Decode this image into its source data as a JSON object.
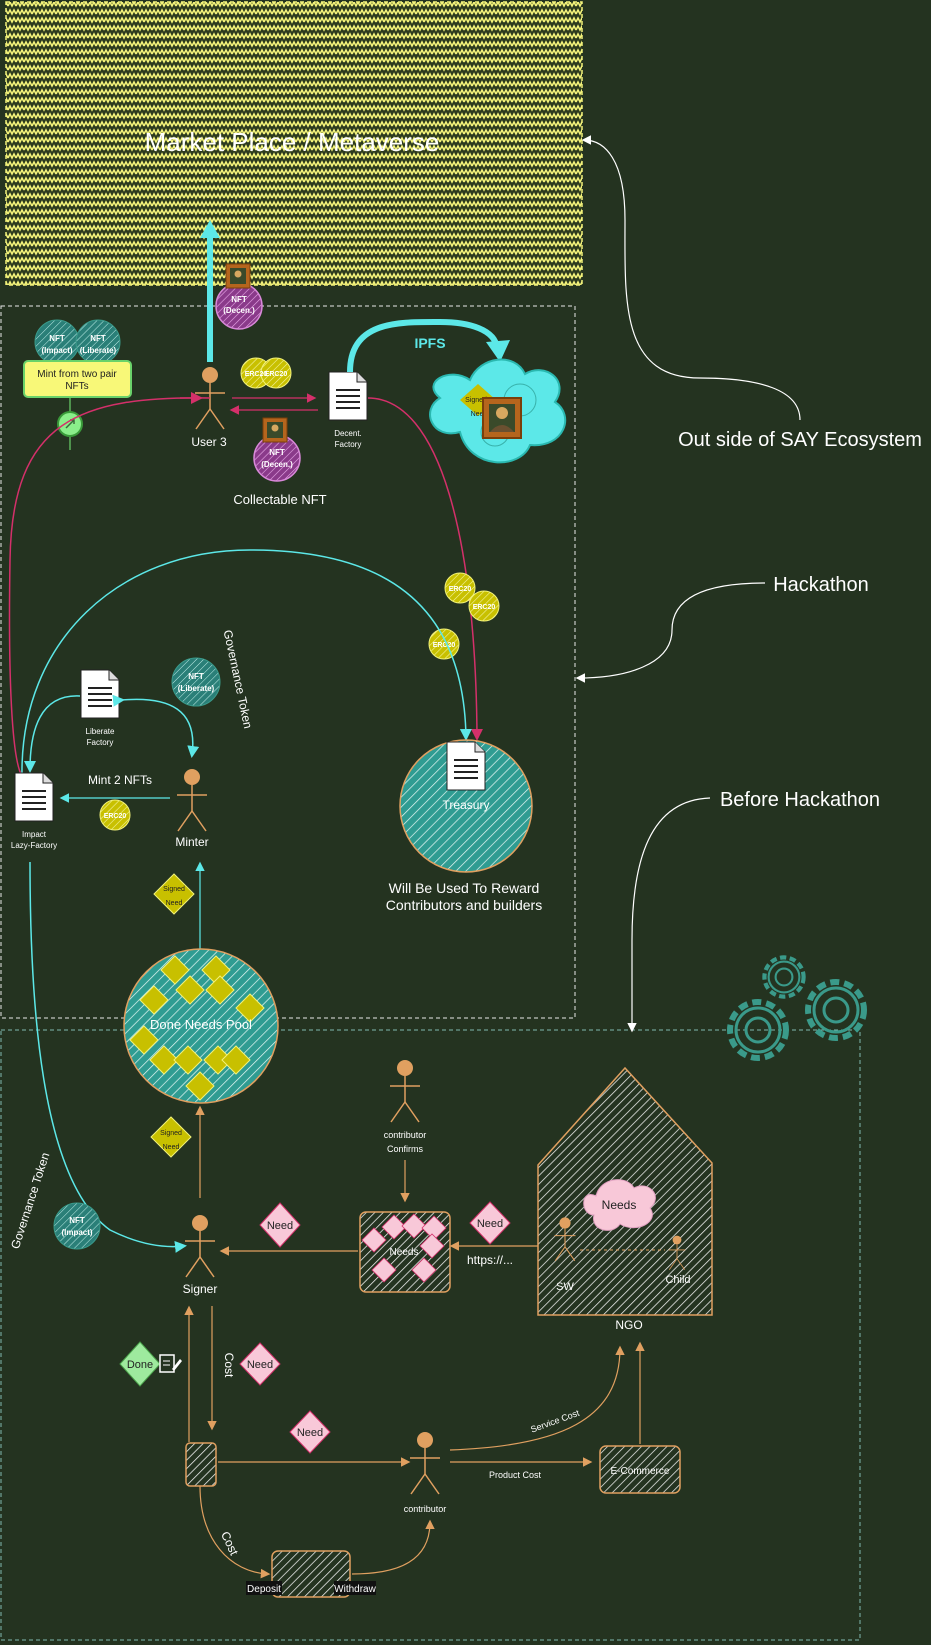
{
  "colors": {
    "background": "#243320",
    "cyan": "#5ce8e8",
    "orange": "#e0a060",
    "magenta": "#d4306a",
    "yellow": "#f2f27a",
    "teal": "#2f9c92",
    "pink": "#f8c8d8",
    "olive": "#c8c000"
  },
  "regions": {
    "market_place": "Market Place / Metaverse",
    "outside": "Out side of SAY Ecosystem",
    "hackathon": "Hackathon",
    "before_hackathon": "Before Hackathon"
  },
  "top_section": {
    "mint_box": "Mint from two pair NFTs",
    "user3": "User 3",
    "ipfs": "IPFS",
    "collectable": "Collectable NFT",
    "decent_factory_l1": "Decent.",
    "decent_factory_l2": "Factory",
    "liberate_factory_l1": "Liberate",
    "liberate_factory_l2": "Factory",
    "impact_factory_l1": "Impact",
    "impact_factory_l2": "Lazy-Factory",
    "minter": "Minter",
    "mint2": "Mint 2 NFTs",
    "treasury": "Treasury",
    "reward_l1": "Will Be Used To Reward",
    "reward_l2": "Contributors and builders",
    "gov_token": "Governance Token",
    "done_needs_pool": "Done Needs Pool",
    "erc20": "ERC20",
    "nft_impact_l1": "NFT",
    "nft_impact_l2": "(Impact)",
    "nft_liberate_l2": "(Liberate)",
    "nft_decent_l2": "(Decen.)",
    "signed_l1": "Signed",
    "signed_l2": "Need"
  },
  "bottom_section": {
    "contributor_confirms_l1": "contributor",
    "contributor_confirms_l2": "Confirms",
    "need": "Need",
    "needs": "Needs",
    "url": "https://...",
    "signer": "Signer",
    "sw": "SW",
    "child": "Child",
    "ngo": "NGO",
    "gov_token": "Governance Token",
    "done": "Done",
    "cost": "Cost",
    "contributor": "contributor",
    "service_cost": "Service Cost",
    "product_cost": "Product Cost",
    "deposit": "Deposit",
    "withdraw": "Withdraw",
    "commerce": "E-Commerce"
  }
}
